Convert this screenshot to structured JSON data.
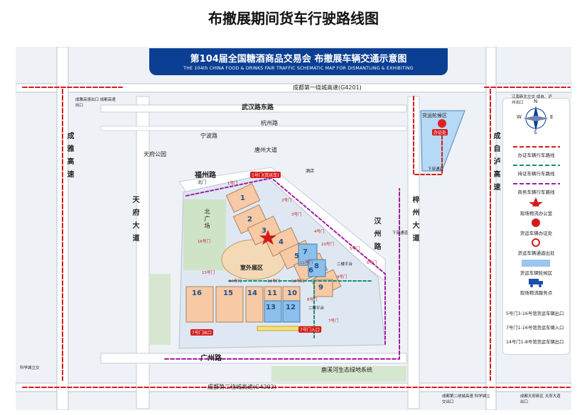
{
  "doc_title": "布撤展期间货车行驶路线图",
  "banner": {
    "title_cn": "第104届全国糖酒商品交易会 布撤展车辆交通示意图",
    "title_en": "THE 104th CHINA FOOD & DRINKS FAIR TRAFFIC SCHEMATIC MAP FOR DISMANTLING & EXHIBITING"
  },
  "roads": {
    "ring1": "成都第一绕城高速(G4201)",
    "ring2": "成都第二绕城高速(G4202)",
    "wuhan": "武汉路东路",
    "hangzhou": "杭州路",
    "ningxia": "宁波路",
    "fuzhou": "福州路",
    "tangyi": "唐州大道",
    "guangzhou": "广州路",
    "hanzhong": "汉州路",
    "guangzhou_rd2": "广州路",
    "chenglu_west": "成雅高速",
    "tianfu": "天府大道",
    "zizhou": "梓州大道",
    "chengzilu": "成自泸高速"
  },
  "places": {
    "tianfu_park": "天府公园",
    "north_square": "北广场",
    "outdoor": "室外展区",
    "wetland": "鹿溪河生态绿地系统",
    "staging": "货运轮候区",
    "office_badge": "办证处",
    "hotel": "酒店",
    "north_tag": "北门",
    "lower_gate_1": "下穿通道",
    "lower_gate_2": "下穿通道",
    "wuyi": "二楼平台",
    "ramp1": "二楼平台",
    "sign_top_left": "成雅高速出口 成都高速出口",
    "sign_top_right": "江南新北立交 成自、泸州出口",
    "sign_bottom_left": "科学城立交",
    "sign_bottom_mid": "成都第二绕城高速 科学城立交出口",
    "sign_bottom_right": "成都天府新区 天府大道出口"
  },
  "gate_tags": {
    "gate1": "1号门(货运车)",
    "gate7": "7号门出口",
    "gate_mid": "7号门入口"
  },
  "gates": [
    "1号门",
    "2号门",
    "3号门",
    "4号门",
    "5号门",
    "6号门",
    "7号门",
    "8号门",
    "9号门",
    "10号门",
    "11号门",
    "12号门",
    "13号门",
    "14号门",
    "15号门",
    "16号门"
  ],
  "halls": [
    "1",
    "2",
    "3",
    "4",
    "5",
    "6",
    "7",
    "8",
    "9",
    "10",
    "11",
    "12",
    "13",
    "14",
    "15",
    "16"
  ],
  "legend": {
    "items": [
      {
        "label": "办证车辆行车路线",
        "color": "#d41b1b"
      },
      {
        "label": "持证车辆行车路线",
        "color": "#12907a"
      },
      {
        "label": "商务车辆行车路线",
        "color": "#a020a0"
      },
      {
        "label": "现场物流办公室",
        "color": "#d41b1b"
      },
      {
        "label": "货运车辆办证处",
        "color": "#d41b1b"
      },
      {
        "label": "货运车辆通道出处",
        "color": "#d41b1b"
      },
      {
        "label": "货运车辆轮候区",
        "color": "#9ac6f0"
      },
      {
        "label": "现场物流服务点",
        "color": "#1c4fa8"
      }
    ],
    "notes": [
      "5号门3-16号馆货运车辆出口",
      "7号门1-16号馆货运车辆入口",
      "14号门1-8号馆货运车辆出口"
    ]
  },
  "compass": [
    "N",
    "S",
    "E",
    "W"
  ],
  "colors": {
    "red_route": "#d41b1b",
    "green_route": "#12907a",
    "purple_route": "#a020a0",
    "blue": "#0b3f94"
  }
}
